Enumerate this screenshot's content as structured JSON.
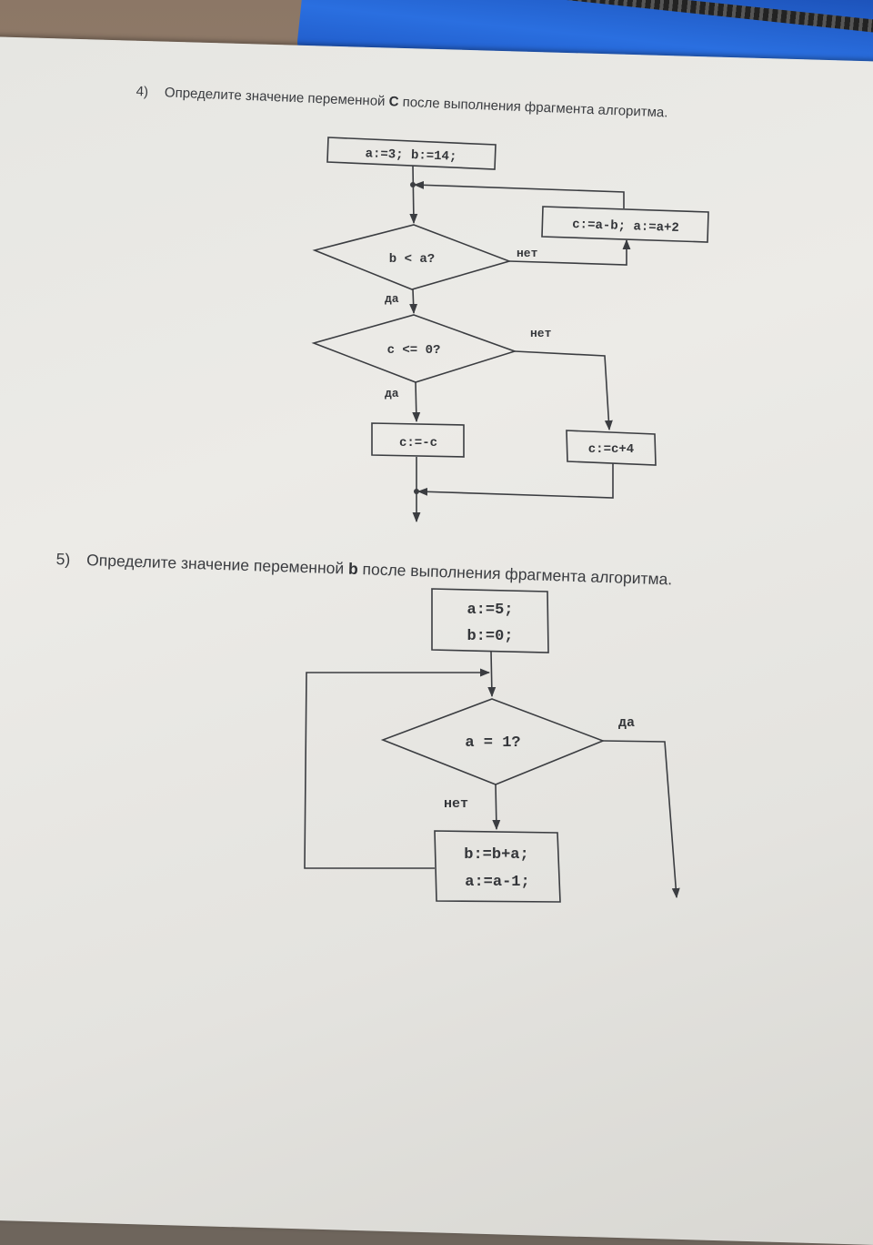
{
  "question4": {
    "number": "4)",
    "text_before": "Определите значение переменной ",
    "variable": "C",
    "text_after": " после выполнения фрагмента алгоритма.",
    "flowchart": {
      "init": "a:=3; b:=14;",
      "loop_body": "c:=a-b; a:=a+2",
      "cond1": "b < a?",
      "cond1_no": "нет",
      "cond1_yes": "да",
      "cond2": "c <= 0?",
      "cond2_no": "нет",
      "cond2_yes": "да",
      "yes_action": "c:=-c",
      "no_action": "c:=c+4"
    }
  },
  "question5": {
    "number": "5)",
    "text_before": "Определите значение переменной ",
    "variable": "b",
    "text_after": " после выполнения фрагмента алгоритма.",
    "flowchart": {
      "init_line1": "a:=5;",
      "init_line2": "b:=0;",
      "cond": "a = 1?",
      "cond_yes": "да",
      "cond_no": "нет",
      "body_line1": "b:=b+a;",
      "body_line2": "a:=a-1;"
    }
  }
}
